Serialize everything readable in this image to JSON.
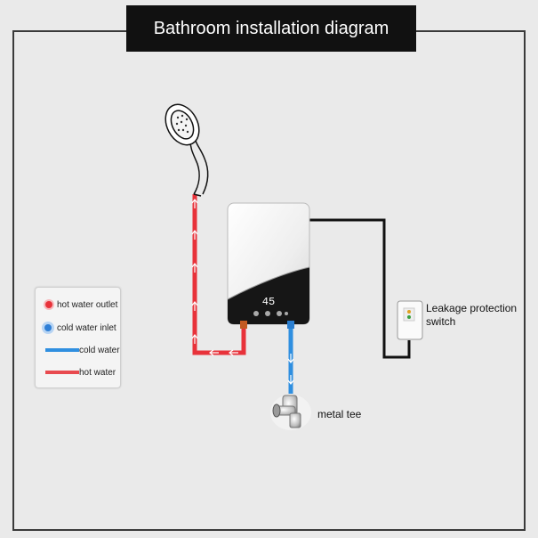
{
  "title": "Bathroom installation diagram",
  "legend": {
    "hot_outlet": "hot water outlet",
    "cold_inlet": "cold water inlet",
    "cold_water": "cold water",
    "hot_water": "hot water"
  },
  "heater": {
    "display": "45"
  },
  "labels": {
    "leakage_line1": "Leakage protection",
    "leakage_line2": "switch",
    "metal_tee": "metal tee"
  },
  "colors": {
    "hot": "#e8323a",
    "cold": "#2f8fe0",
    "frame": "#3a3a3a",
    "title_bg": "#111111"
  }
}
